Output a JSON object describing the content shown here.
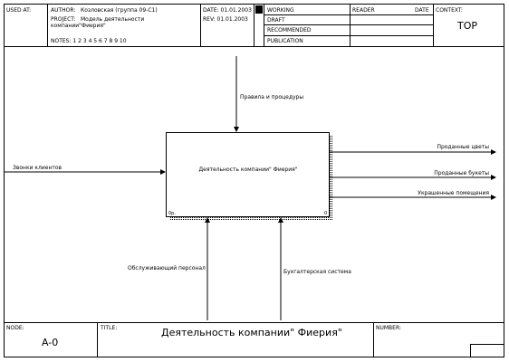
{
  "header": {
    "used_at_label": "USED AT:",
    "author_label": "AUTHOR:",
    "author_value": "Козловская (группа 09-С1)",
    "project_label": "PROJECT:",
    "project_value": "Модель деятельности компании\"Фиерия\"",
    "date_label": "DATE: 01.01.2003",
    "rev_label": "REV:  01.01.2003",
    "notes_label": "NOTES:  1  2  3  4  5  6  7  8  9  10",
    "status_options": [
      "WORKING",
      "DRAFT",
      "RECOMMENDED",
      "PUBLICATION"
    ],
    "reader_label": "READER",
    "reader_date_label": "DATE",
    "context_label": "CONTEXT:",
    "context_value": "TOP"
  },
  "diagram": {
    "box_label": "Деятельность компании\" Фиерия\"",
    "box_cost": "0р.",
    "box_number": "0",
    "controls": [
      "Правила и процедуры"
    ],
    "inputs": [
      "Звонки клиентов"
    ],
    "outputs": [
      "Проданные цветы",
      "Проданные букеты",
      "Украшенные помещения"
    ],
    "mechanisms": [
      "Обслуживающий персонал",
      "Бухгалтерская система"
    ]
  },
  "footer": {
    "node_label": "NODE:",
    "node_value": "A-0",
    "title_label": "TITLE:",
    "title_value": "Деятельность компании\" Фиерия\"",
    "number_label": "NUMBER:"
  }
}
